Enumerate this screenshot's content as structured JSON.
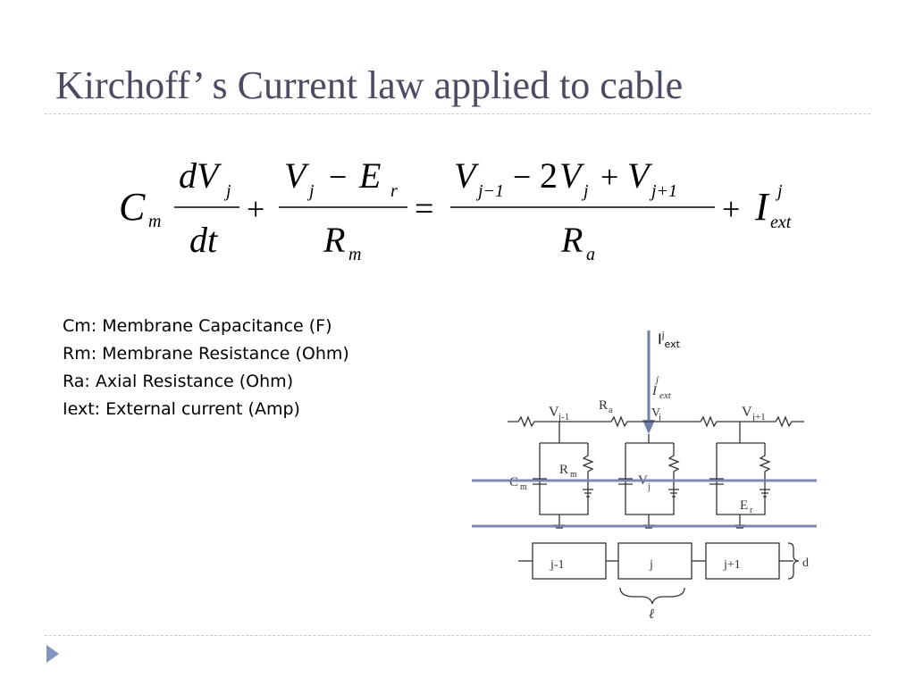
{
  "slide": {
    "title": "Kirchoff’ s Current law applied to cable"
  },
  "equation": {
    "Cm": "C",
    "m": "m",
    "dV": "dV",
    "j": "j",
    "dt": "dt",
    "plus": "+",
    "V": "V",
    "minus": "−",
    "E": "E",
    "r": "r",
    "R": "R",
    "equals": "=",
    "jm1": "j−1",
    "two": "2",
    "jp1": "j+1",
    "a": "a",
    "I": "I",
    "ext": "ext"
  },
  "legend": {
    "items": [
      "Cm: Membrane Capacitance (F)",
      "Rm: Membrane Resistance (Ohm)",
      "Ra: Axial Resistance (Ohm)",
      "Iext: External current  (Amp)"
    ]
  },
  "figure": {
    "iext_main": "I",
    "iext_sup": "j",
    "iext_sub": "ext",
    "labels": {
      "vjm1": "V",
      "vjm1_sub": "j-1",
      "ra": "R",
      "ra_sub": "a",
      "vj": "V",
      "vj_sub": "j",
      "vjp1": "V",
      "vjp1_sub": "j+1",
      "rm": "R",
      "rm_sub": "m",
      "cm": "C",
      "cm_sub": "m",
      "er": "E",
      "er_sub": "r",
      "iext_hand": "I",
      "iext_hand_sub": "ext",
      "iext_hand_sup": "j",
      "seg_left": "j-1",
      "seg_mid": "j",
      "seg_right": "j+1",
      "d": "d",
      "l": "ℓ"
    }
  },
  "colors": {
    "title": "#4b4b63",
    "rail": "#6f7fa8",
    "nav_arrow": "#7f95c0"
  }
}
